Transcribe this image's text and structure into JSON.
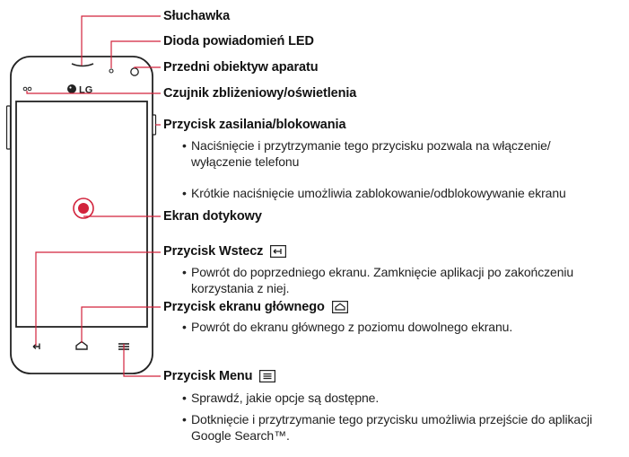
{
  "labels": {
    "earpiece": "Słuchawka",
    "led": "Dioda powiadomień LED",
    "front_camera": "Przedni obiektyw aparatu",
    "sensor": "Czujnik zbliżeniowy/oświetlenia",
    "power": "Przycisk zasilania/blokowania",
    "touchscreen": "Ekran dotykowy",
    "back": "Przycisk Wstecz",
    "home": "Przycisk ekranu głównego",
    "menu": "Przycisk Menu"
  },
  "bullets": {
    "power_1": "Naciśnięcie i przytrzymanie tego przycisku pozwala na włączenie/ wyłączenie telefonu",
    "power_2": "Krótkie naciśnięcie umożliwia zablokowanie/odblokowywanie ekranu",
    "back_1": "Powrót do poprzedniego ekranu. Zamknięcie aplikacji po zakończeniu korzystania z niej.",
    "home_1": "Powrót do ekranu głównego z poziomu dowolnego ekranu.",
    "menu_1": "Sprawdź, jakie opcje są dostępne.",
    "menu_2": "Dotknięcie i przytrzymanie tego przycisku umożliwia przejście do aplikacji Google Search™."
  },
  "bullet_char": "•",
  "phone": {
    "logo": "LG"
  },
  "colors": {
    "leader": "#d2233c",
    "target": "#d2233c",
    "line": "#222222"
  }
}
